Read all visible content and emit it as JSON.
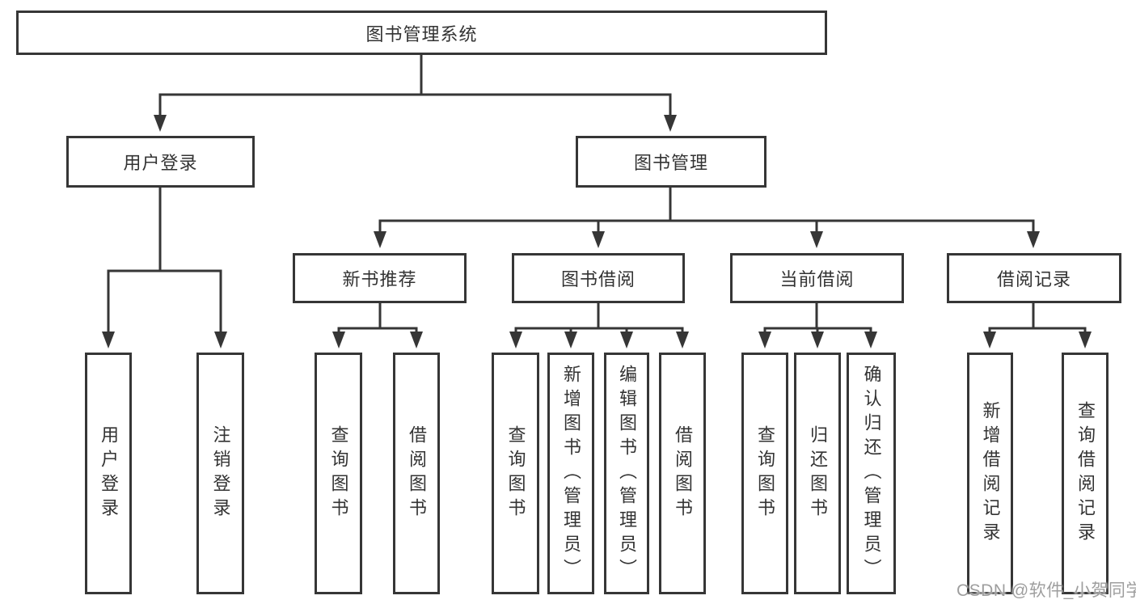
{
  "background": "#ffffff",
  "colors": {
    "line": "#363636",
    "box_border": "#363636",
    "text": "#333333",
    "watermark": "#9e9e9e"
  },
  "tree": {
    "root": {
      "label": "图书管理系统"
    },
    "children": [
      {
        "label": "用户登录",
        "children": [
          {
            "label": "用户登录"
          },
          {
            "label": "注销登录"
          }
        ]
      },
      {
        "label": "图书管理",
        "children": [
          {
            "label": "新书推荐",
            "children": [
              {
                "label": "查询图书"
              },
              {
                "label": "借阅图书"
              }
            ]
          },
          {
            "label": "图书借阅",
            "children": [
              {
                "label": "查询图书"
              },
              {
                "label": "新增图书（管理员）"
              },
              {
                "label": "编辑图书（管理员）"
              },
              {
                "label": "借阅图书"
              }
            ]
          },
          {
            "label": "当前借阅",
            "children": [
              {
                "label": "查询图书"
              },
              {
                "label": "归还图书"
              },
              {
                "label": "确认归还（管理员）"
              }
            ]
          },
          {
            "label": "借阅记录",
            "children": [
              {
                "label": "新增借阅记录"
              },
              {
                "label": "查询借阅记录"
              }
            ]
          }
        ]
      }
    ]
  },
  "watermark": "CSDN @软件_小贺同学"
}
